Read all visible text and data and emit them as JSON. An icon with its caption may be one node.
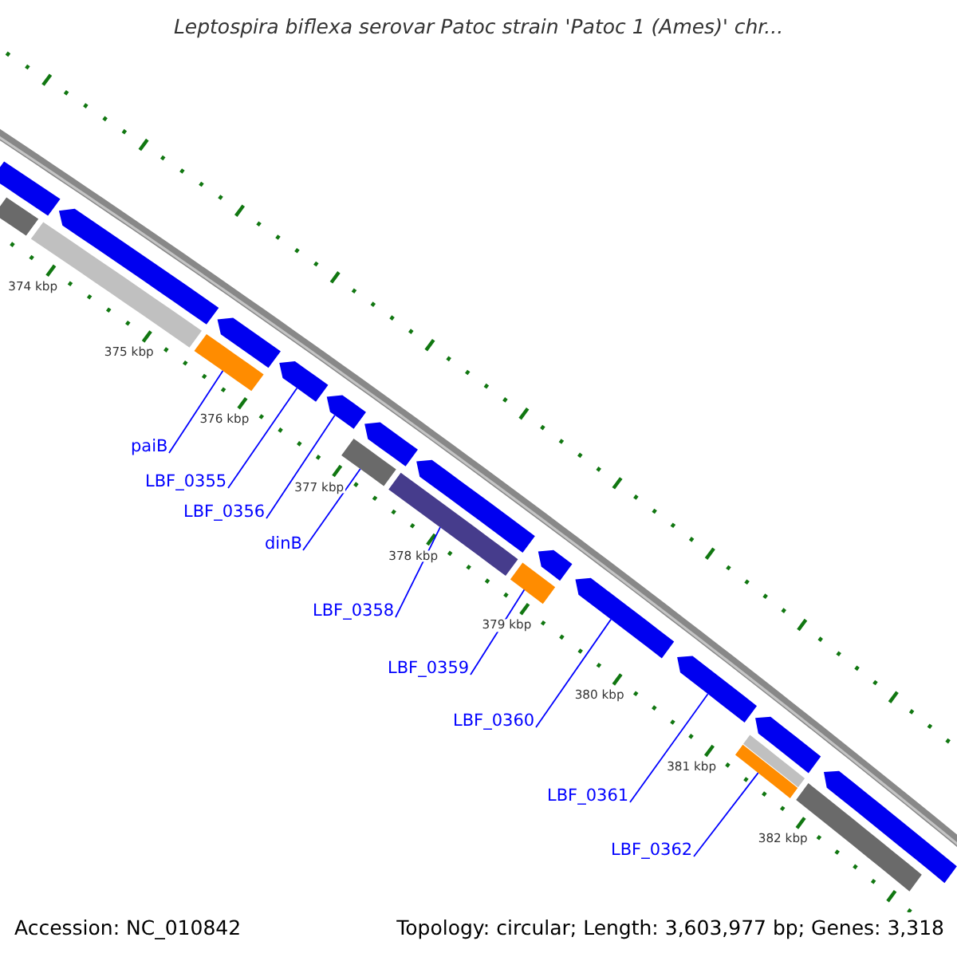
{
  "diagram": {
    "title": "Leptospira biflexa serovar Patoc strain 'Patoc 1 (Ames)' chr...",
    "nodes": [
      {
        "text": [
          "paiB"
        ]
      },
      {
        "text": [
          "LBF_0355"
        ]
      },
      {
        "text": [
          "LBF_0356"
        ]
      },
      {
        "text": [
          "dinB"
        ]
      },
      {
        "text": [
          "LBF_0358"
        ]
      },
      {
        "text": [
          "LBF_0359"
        ]
      },
      {
        "text": [
          "LBF_0360"
        ]
      },
      {
        "text": [
          "LBF_0361"
        ]
      },
      {
        "text": [
          "LBF_0362"
        ]
      },
      {
        "text": [],
        "shape": "bar"
      },
      {
        "text": [],
        "shape": "bar"
      },
      {
        "text": [],
        "shape": "bar"
      },
      {
        "text": [],
        "shape": "bar"
      },
      {
        "text": [],
        "shape": "bar"
      },
      {
        "text": [],
        "shape": "bar"
      },
      {
        "text": [],
        "shape": "bar"
      },
      {
        "text": [],
        "shape": "bar"
      },
      {
        "text": [],
        "shape": "bar"
      },
      {
        "text": [],
        "shape": "bar"
      },
      {
        "text": [],
        "shape": "bar"
      },
      {
        "text": [],
        "shape": "bar"
      },
      {
        "text": [],
        "shape": "bar"
      },
      {
        "text": [],
        "shape": "bar"
      },
      {
        "text": [],
        "shape": "bar"
      },
      {
        "text": [],
        "shape": "bar"
      },
      {
        "text": [],
        "shape": "bar"
      },
      {
        "text": [],
        "shape": "bar"
      },
      {
        "text": [],
        "shape": "bar"
      },
      {
        "text": [],
        "shape": "bar"
      },
      {
        "text": [],
        "shape": "bar"
      }
    ],
    "edges": [
      {
        "from": 0,
        "to": 14,
        "arrow": "none"
      },
      {
        "from": 1,
        "to": 15,
        "arrow": "none"
      },
      {
        "from": 2,
        "to": 16,
        "arrow": "none"
      },
      {
        "from": 3,
        "to": 18,
        "arrow": "none"
      },
      {
        "from": 4,
        "to": 19,
        "arrow": "none"
      },
      {
        "from": 5,
        "to": 21,
        "arrow": "none"
      },
      {
        "from": 6,
        "to": 23,
        "arrow": "none"
      },
      {
        "from": 7,
        "to": 24,
        "arrow": "none"
      },
      {
        "from": 8,
        "to": 27,
        "arrow": "none"
      }
    ],
    "labels": [
      "374 kbp",
      "375 kbp",
      "376 kbp",
      "377 kbp",
      "378 kbp",
      "379 kbp",
      "380 kbp",
      "381 kbp",
      "382 kbp",
      "Accession: NC_010842",
      "Topology: circular; Length: 3,603,977 bp; Genes: 3,318"
    ]
  }
}
